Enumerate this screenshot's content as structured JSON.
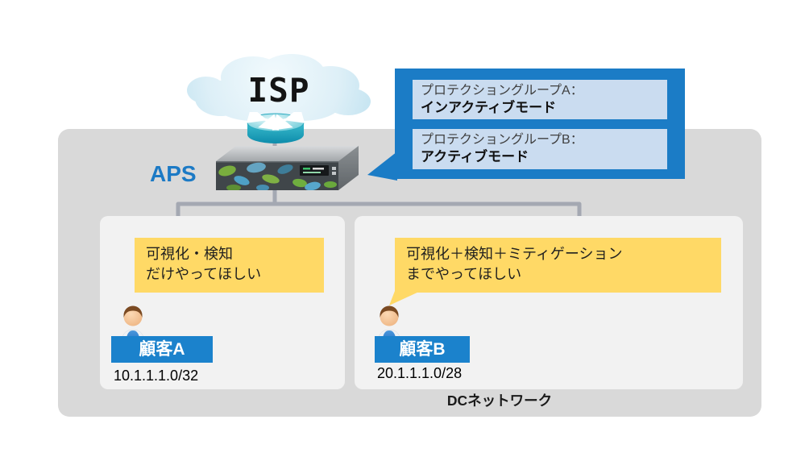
{
  "isp": {
    "label": "ISP"
  },
  "aps": {
    "label": "APS"
  },
  "callout": {
    "groups": [
      {
        "title": "プロテクショングループA：",
        "mode": "インアクティブモード"
      },
      {
        "title": "プロテクショングループB：",
        "mode": "アクティブモード"
      }
    ]
  },
  "customers": [
    {
      "request_line1": "可視化・検知",
      "request_line2": "だけやってほしい",
      "name": "顧客A",
      "network": "10.1.1.1.0/32"
    },
    {
      "request_line1": "可視化＋検知＋ミティゲーション",
      "request_line2": "までやってほしい",
      "name": "顧客B",
      "network": "20.1.1.1.0/28"
    }
  ],
  "dc": {
    "label": "DCネットワーク"
  },
  "colors": {
    "accent_blue": "#1b7cc6",
    "callout_inner_blue": "#cadcf0",
    "label_blue": "#1b82cc",
    "note_yellow": "#ffd966",
    "zone_gray": "#d9d9d9",
    "panel_gray": "#f2f2f2",
    "connector_gray": "#a4a8b2"
  }
}
